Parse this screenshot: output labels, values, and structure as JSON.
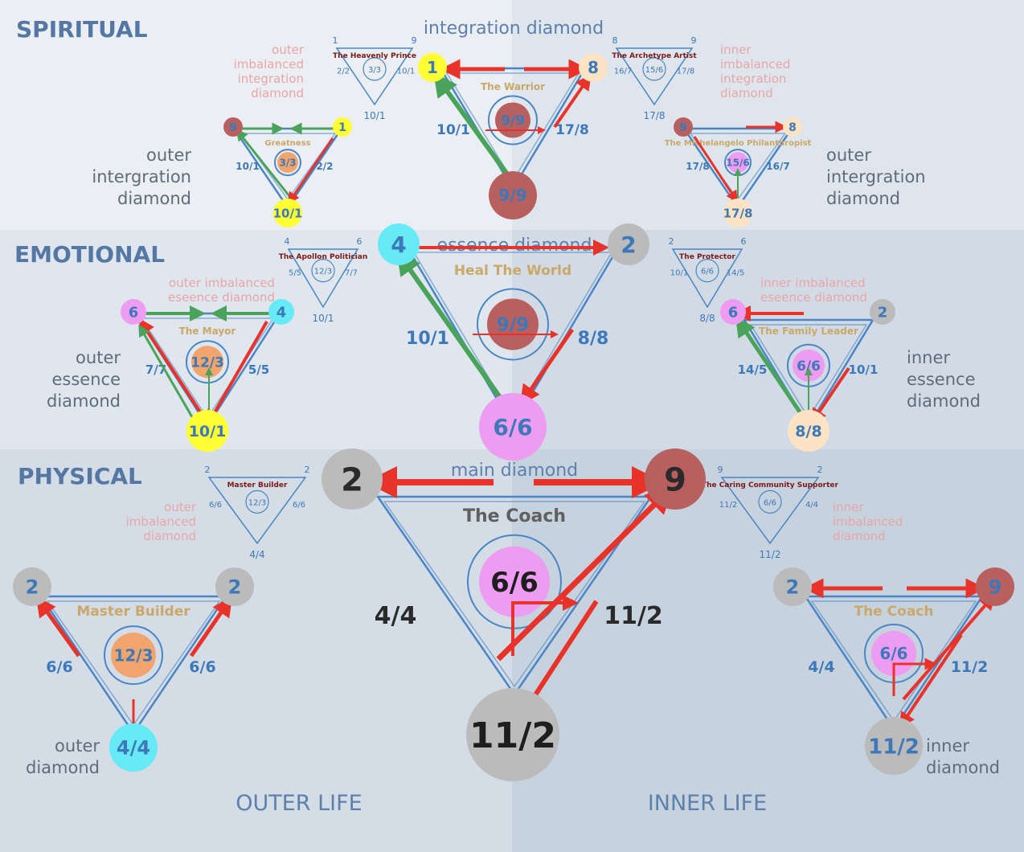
{
  "sections": {
    "spiritual": "SPIRITUAL",
    "emotional": "EMOTIONAL",
    "physical": "PHYSICAL",
    "outer_life": "OUTER LIFE",
    "inner_life": "INNER LIFE"
  },
  "colors": {
    "triangle": "#4a86c5",
    "arrow_red": "#e8332a",
    "arrow_green": "#4aa35a",
    "label_blue": "#3d78b8",
    "title_gold": "#c9a869",
    "title_dark": "#7a1a1a",
    "side_text": "#5e6c7b",
    "pink_text": "#e8a6a6"
  },
  "labels": {
    "integration_diamond": "integration diamond",
    "essence_diamond": "essence diamond",
    "main_diamond": "main diamond",
    "outer_imbalanced_integration": [
      "outer",
      "imbalanced",
      "integration",
      "diamond"
    ],
    "inner_imbalanced_integration": [
      "inner",
      "imbalanced",
      "integration",
      "diamond"
    ],
    "outer_integration": [
      "outer",
      "intergration",
      "diamond"
    ],
    "inner_integration": [
      "outer",
      "intergration",
      "diamond"
    ],
    "outer_imbalanced_essence": [
      "outer imbalanced",
      "eseence diamond"
    ],
    "inner_imbalanced_essence": [
      "inner imbalanced",
      "eseence diamond"
    ],
    "outer_essence": [
      "outer",
      "essence",
      "diamond"
    ],
    "inner_essence": [
      "inner",
      "essence",
      "diamond"
    ],
    "outer_imbalanced": [
      "outer",
      "imbalanced",
      "diamond"
    ],
    "inner_imbalanced": [
      "inner",
      "imbalanced",
      "diamond"
    ],
    "outer_diamond": [
      "outer",
      "diamond"
    ],
    "inner_diamond": [
      "inner",
      "diamond"
    ]
  },
  "triangles": {
    "heavenly_prince": {
      "title": "The Heavenly Prince",
      "center": "3/3",
      "tl": "1",
      "tr": "9",
      "left": "2/2",
      "right": "10/1",
      "bottom": "10/1"
    },
    "archetype_artist": {
      "title": "The Archetype Artist",
      "center": "15/6",
      "tl": "8",
      "tr": "9",
      "left": "16/7",
      "right": "17/8",
      "bottom": "17/8"
    },
    "warrior": {
      "title": "The Warrior",
      "center": "9/9",
      "tl": "1",
      "tr": "8",
      "left": "10/1",
      "right": "17/8",
      "bottom": "9/9"
    },
    "greatness": {
      "title": "Greatness",
      "center": "3/3",
      "tl": "9",
      "tr": "1",
      "left": "10/1",
      "right": "2/2",
      "bottom": "10/1"
    },
    "michelangelo": {
      "title": "The Michelangelo Philanthropist",
      "center": "15/6",
      "tl": "9",
      "tr": "8",
      "left": "17/8",
      "right": "16/7",
      "bottom": "17/8"
    },
    "apollon": {
      "title": "The Apollon Politician",
      "center": "12/3",
      "tl": "4",
      "tr": "6",
      "left": "5/5",
      "right": "7/7",
      "bottom": "10/1"
    },
    "protector": {
      "title": "The Protector",
      "center": "6/6",
      "tl": "2",
      "tr": "6",
      "left": "10/1",
      "right": "14/5",
      "bottom": "8/8"
    },
    "heal_world": {
      "title": "Heal The World",
      "center": "9/9",
      "tl": "4",
      "tr": "2",
      "left": "10/1",
      "right": "8/8",
      "bottom": "6/6"
    },
    "mayor": {
      "title": "The Mayor",
      "center": "12/3",
      "tl": "6",
      "tr": "4",
      "left": "7/7",
      "right": "5/5",
      "bottom": "10/1"
    },
    "family_leader": {
      "title": "The Family Leader",
      "center": "6/6",
      "tl": "6",
      "tr": "2",
      "left": "14/5",
      "right": "10/1",
      "bottom": "8/8"
    },
    "master_builder_small": {
      "title": "Master Builder",
      "center": "12/3",
      "tl": "2",
      "tr": "2",
      "left": "6/6",
      "right": "6/6",
      "bottom": "4/4"
    },
    "caring_community": {
      "title": "The Caring Community Supporter",
      "center": "6/6",
      "tl": "9",
      "tr": "2",
      "left": "11/2",
      "right": "4/4",
      "bottom": "11/2"
    },
    "coach_main": {
      "title": "The Coach",
      "center": "6/6",
      "tl": "2",
      "tr": "9",
      "left": "4/4",
      "right": "11/2",
      "bottom": "11/2"
    },
    "master_builder": {
      "title": "Master Builder",
      "center": "12/3",
      "tl": "2",
      "tr": "2",
      "left": "6/6",
      "right": "6/6",
      "bottom": "4/4"
    },
    "coach_inner": {
      "title": "The Coach",
      "center": "6/6",
      "tl": "2",
      "tr": "9",
      "left": "4/4",
      "right": "11/2",
      "bottom": "11/2"
    }
  }
}
